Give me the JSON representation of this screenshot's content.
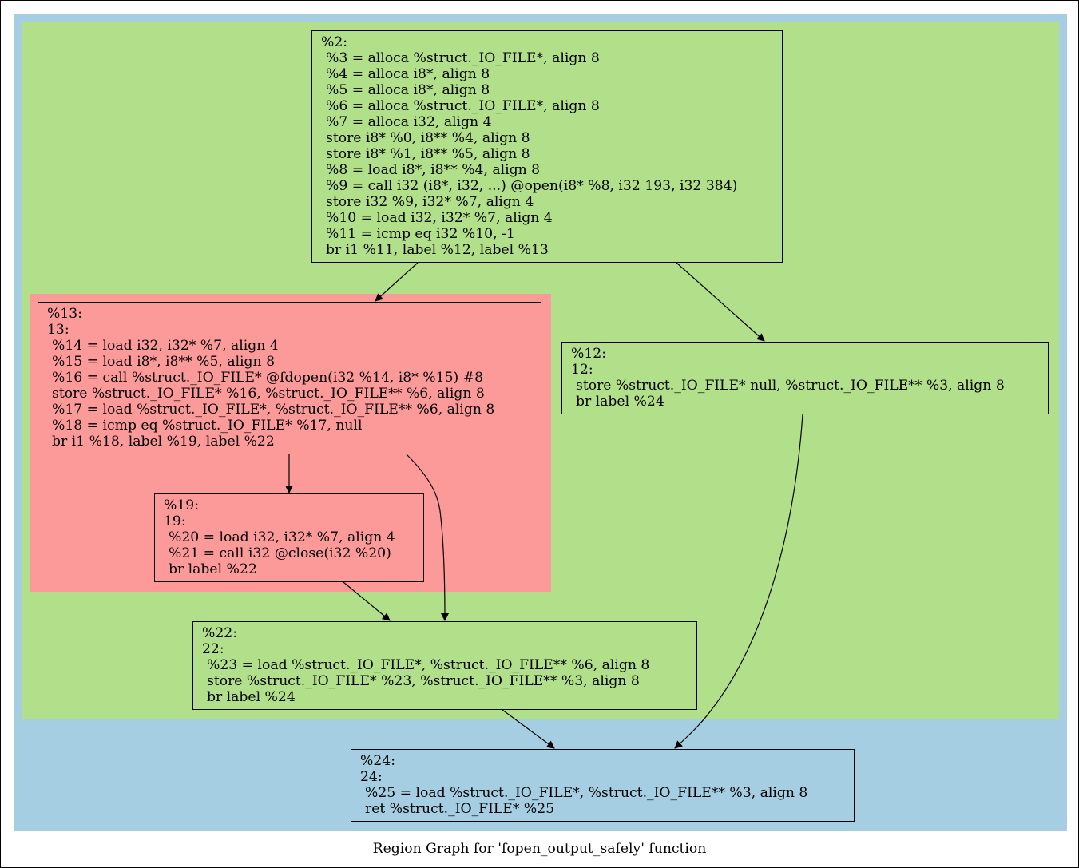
{
  "caption": "Region Graph for 'fopen_output_safely' function",
  "colors": {
    "outer_region": "#a6cee3",
    "inner_region": "#b2df8a",
    "nested_region": "#fb9a99",
    "edge": "#000000"
  },
  "nodes": {
    "n2": {
      "lines": [
        "%2:",
        "%3 = alloca %struct._IO_FILE*, align 8",
        "%4 = alloca i8*, align 8",
        "%5 = alloca i8*, align 8",
        "%6 = alloca %struct._IO_FILE*, align 8",
        "%7 = alloca i32, align 4",
        "store i8* %0, i8** %4, align 8",
        "store i8* %1, i8** %5, align 8",
        "%8 = load i8*, i8** %4, align 8",
        "%9 = call i32 (i8*, i32, ...) @open(i8* %8, i32 193, i32 384)",
        "store i32 %9, i32* %7, align 4",
        "%10 = load i32, i32* %7, align 4",
        "%11 = icmp eq i32 %10, -1",
        "br i1 %11, label %12, label %13"
      ]
    },
    "n13": {
      "lines": [
        "%13:",
        "13:",
        "%14 = load i32, i32* %7, align 4",
        "%15 = load i8*, i8** %5, align 8",
        "%16 = call %struct._IO_FILE* @fdopen(i32 %14, i8* %15) #8",
        "store %struct._IO_FILE* %16, %struct._IO_FILE** %6, align 8",
        "%17 = load %struct._IO_FILE*, %struct._IO_FILE** %6, align 8",
        "%18 = icmp eq %struct._IO_FILE* %17, null",
        "br i1 %18, label %19, label %22"
      ]
    },
    "n12": {
      "lines": [
        "%12:",
        "12:",
        "store %struct._IO_FILE* null, %struct._IO_FILE** %3, align 8",
        "br label %24"
      ]
    },
    "n19": {
      "lines": [
        "%19:",
        "19:",
        "%20 = load i32, i32* %7, align 4",
        "%21 = call i32 @close(i32 %20)",
        "br label %22"
      ]
    },
    "n22": {
      "lines": [
        "%22:",
        "22:",
        "%23 = load %struct._IO_FILE*, %struct._IO_FILE** %6, align 8",
        "store %struct._IO_FILE* %23, %struct._IO_FILE** %3, align 8",
        "br label %24"
      ]
    },
    "n24": {
      "lines": [
        "%24:",
        "24:",
        "%25 = load %struct._IO_FILE*, %struct._IO_FILE** %3, align 8",
        "ret %struct._IO_FILE* %25"
      ]
    }
  },
  "edges": [
    {
      "from": "%2",
      "to": "%13"
    },
    {
      "from": "%2",
      "to": "%12"
    },
    {
      "from": "%13",
      "to": "%19"
    },
    {
      "from": "%13",
      "to": "%22"
    },
    {
      "from": "%19",
      "to": "%22"
    },
    {
      "from": "%12",
      "to": "%24"
    },
    {
      "from": "%22",
      "to": "%24"
    }
  ]
}
